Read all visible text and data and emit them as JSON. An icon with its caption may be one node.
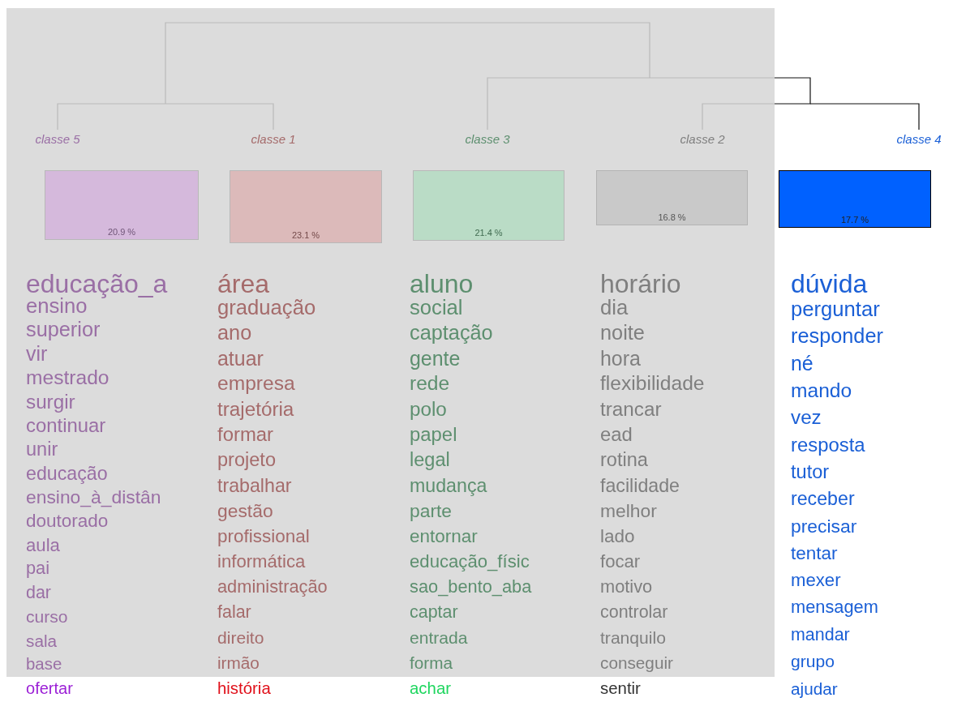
{
  "diagram": {
    "nodes": [
      {
        "text": [
          "20.9 %"
        ],
        "beside": [
          "classe 5",
          "educação_a",
          "ensino",
          "superior",
          "vir",
          "mestrado",
          "surgir",
          "continuar",
          "unir",
          "educação",
          "ensino_à_distân",
          "doutorado",
          "aula",
          "pai",
          "dar",
          "curso",
          "sala",
          "base",
          "ofertar"
        ]
      },
      {
        "text": [
          "23.1 %"
        ],
        "beside": [
          "classe 1",
          "área",
          "graduação",
          "ano",
          "atuar",
          "empresa",
          "trajetória",
          "formar",
          "projeto",
          "trabalhar",
          "gestão",
          "profissional",
          "informática",
          "administração",
          "falar",
          "direito",
          "irmão",
          "história"
        ]
      },
      {
        "text": [
          "21.4 %"
        ],
        "beside": [
          "classe 3",
          "aluno",
          "social",
          "captação",
          "gente",
          "rede",
          "polo",
          "papel",
          "legal",
          "mudança",
          "parte",
          "entornar",
          "educação_físic",
          "sao_bento_aba",
          "captar",
          "entrada",
          "forma",
          "achar"
        ]
      },
      {
        "text": [
          "16.8 %"
        ],
        "beside": [
          "classe 2",
          "horário",
          "dia",
          "noite",
          "hora",
          "flexibilidade",
          "trancar",
          "ead",
          "rotina",
          "facilidade",
          "melhor",
          "lado",
          "focar",
          "motivo",
          "controlar",
          "tranquilo",
          "conseguir",
          "sentir"
        ]
      },
      {
        "text": [
          "17.7 %"
        ],
        "beside": [
          "classe 4",
          "dúvida",
          "perguntar",
          "responder",
          "né",
          "mando",
          "vez",
          "resposta",
          "tutor",
          "receber",
          "precisar",
          "tentar",
          "mexer",
          "mensagem",
          "mandar",
          "grupo",
          "ajudar"
        ]
      }
    ]
  }
}
